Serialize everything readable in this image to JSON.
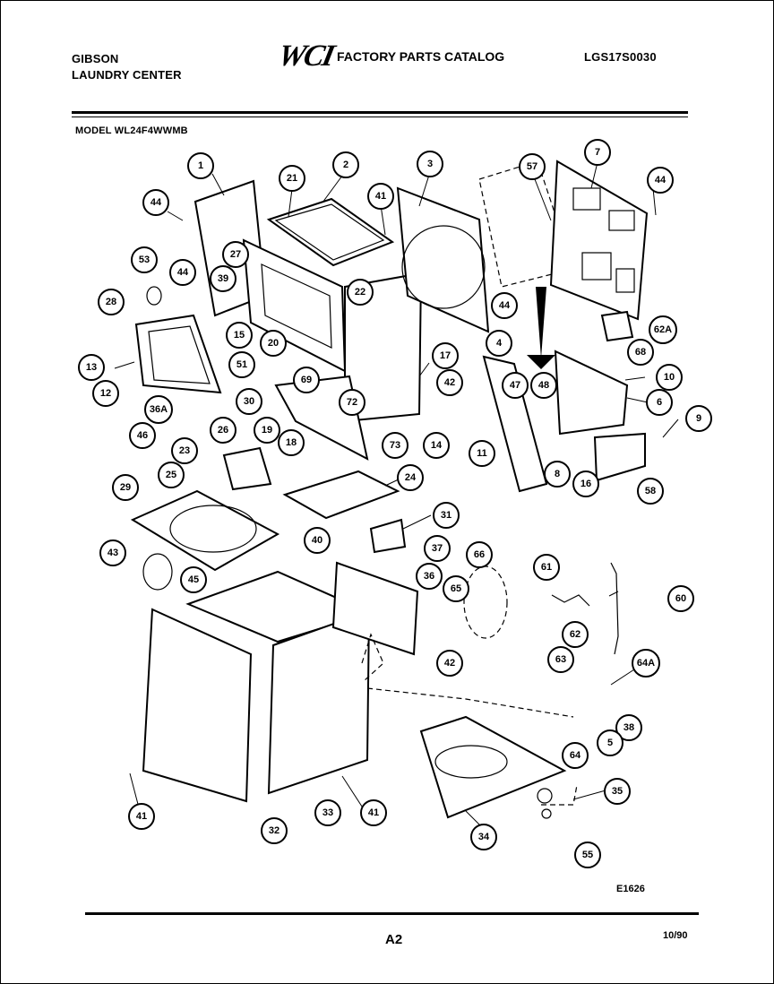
{
  "header": {
    "brand": "GIBSON",
    "product": "LAUNDRY CENTER",
    "logo": "WCI",
    "catalog_title": "FACTORY PARTS CATALOG",
    "catalog_number": "LGS17S0030",
    "model": "MODEL WL24F4WWMB"
  },
  "callouts": [
    "1",
    "21",
    "2",
    "3",
    "57",
    "7",
    "44",
    "44",
    "41",
    "27",
    "53",
    "44",
    "39",
    "22",
    "28",
    "15",
    "20",
    "44",
    "62A",
    "4",
    "68",
    "13",
    "51",
    "17",
    "10",
    "69",
    "72",
    "42",
    "47",
    "48",
    "6",
    "12",
    "30",
    "36A",
    "9",
    "73",
    "14",
    "46",
    "26",
    "19",
    "11",
    "8",
    "18",
    "23",
    "16",
    "25",
    "58",
    "29",
    "24",
    "31",
    "40",
    "37",
    "43",
    "45",
    "36",
    "66",
    "61",
    "65",
    "60",
    "42",
    "62",
    "63",
    "64A",
    "38",
    "64",
    "5",
    "35",
    "41",
    "32",
    "33",
    "41",
    "34",
    "55"
  ],
  "footer": {
    "drawing_code": "E1626",
    "page": "A2",
    "date": "10/90"
  }
}
